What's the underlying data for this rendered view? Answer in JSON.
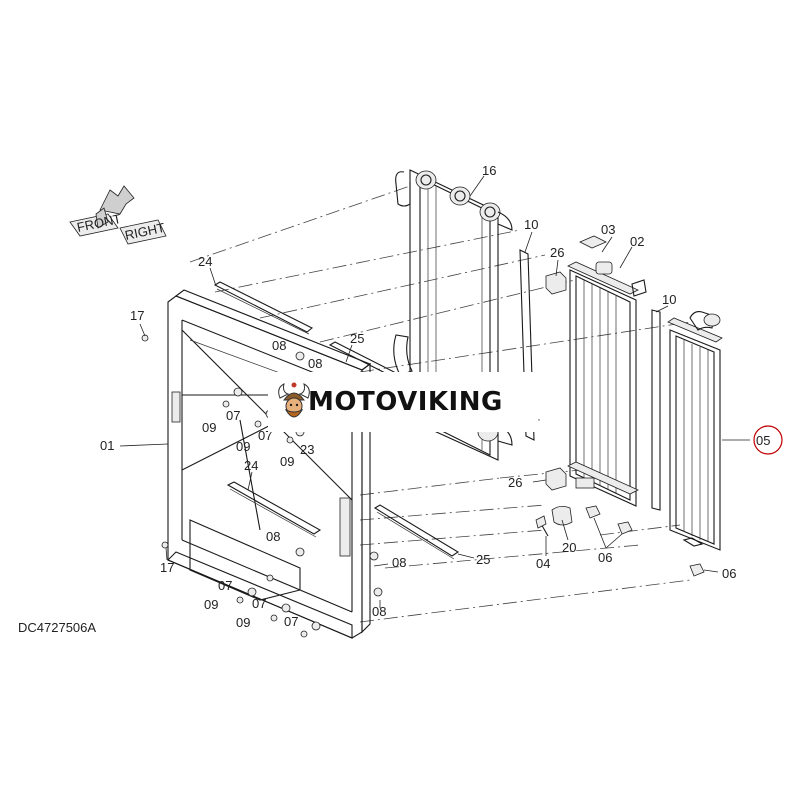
{
  "diagram": {
    "document_code": "DC4727506A",
    "watermark_text": "MOTOVIKING",
    "orientation_badge": [
      "FRONT",
      "RIGHT"
    ],
    "highlighted_label": "05",
    "callouts": [
      {
        "id": "c16",
        "text": "16"
      },
      {
        "id": "c10a",
        "text": "10"
      },
      {
        "id": "c10b",
        "text": "10"
      },
      {
        "id": "c03",
        "text": "03"
      },
      {
        "id": "c02",
        "text": "02"
      },
      {
        "id": "c26a",
        "text": "26"
      },
      {
        "id": "c26b",
        "text": "26"
      },
      {
        "id": "c24a",
        "text": "24"
      },
      {
        "id": "c24b",
        "text": "24"
      },
      {
        "id": "c17a",
        "text": "17"
      },
      {
        "id": "c17b",
        "text": "17"
      },
      {
        "id": "c25a",
        "text": "25"
      },
      {
        "id": "c25b",
        "text": "25"
      },
      {
        "id": "c08a",
        "text": "08"
      },
      {
        "id": "c08b",
        "text": "08"
      },
      {
        "id": "c08c",
        "text": "08"
      },
      {
        "id": "c08d",
        "text": "08"
      },
      {
        "id": "c08e",
        "text": "08"
      },
      {
        "id": "c01",
        "text": "01"
      },
      {
        "id": "c07a",
        "text": "07"
      },
      {
        "id": "c07b",
        "text": "07"
      },
      {
        "id": "c07c",
        "text": "07"
      },
      {
        "id": "c07d",
        "text": "07"
      },
      {
        "id": "c07e",
        "text": "07"
      },
      {
        "id": "c09a",
        "text": "09"
      },
      {
        "id": "c09b",
        "text": "09"
      },
      {
        "id": "c09c",
        "text": "09"
      },
      {
        "id": "c09d",
        "text": "09"
      },
      {
        "id": "c09e",
        "text": "09"
      },
      {
        "id": "c23",
        "text": "23"
      },
      {
        "id": "c20",
        "text": "20"
      },
      {
        "id": "c04",
        "text": "04"
      },
      {
        "id": "c06a",
        "text": "06"
      },
      {
        "id": "c06b",
        "text": "06"
      }
    ]
  }
}
